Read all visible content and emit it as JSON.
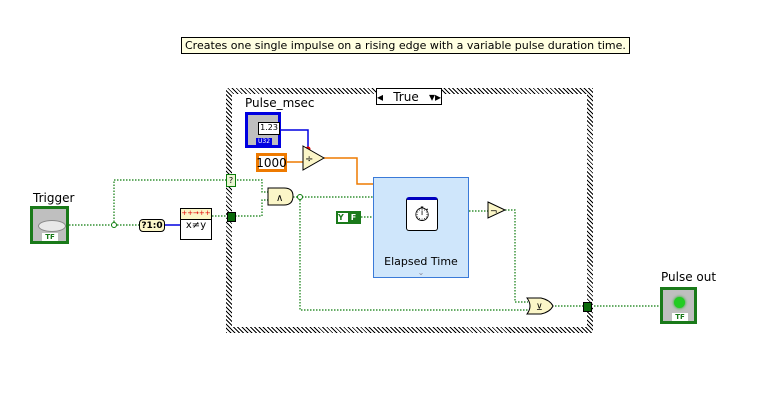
{
  "comment": "Creates one single impulse on a rising edge with a variable pulse duration time.",
  "case_structure": {
    "selector_value": "True"
  },
  "controls": {
    "pulse_msec": {
      "label": "Pulse_msec",
      "display": "1.23",
      "type": "U32"
    },
    "trigger": {
      "label": "Trigger",
      "type": "TF"
    }
  },
  "indicators": {
    "pulse_out": {
      "label": "Pulse out",
      "type": "TF",
      "led_color": "#22cc22"
    }
  },
  "constants": {
    "ms": "1000",
    "bool_false": "F"
  },
  "nodes": {
    "bool_to_int": "?1:0",
    "not_equal": "x≠y",
    "and": "∧",
    "not": "¬",
    "xor": "⊻",
    "elapsed_time": "Elapsed Time",
    "select_tunnel": "?"
  },
  "colors": {
    "bool_wire": "#0a7a0a",
    "int_wire": "#0000e0",
    "dbl_wire": "#ee7a00"
  }
}
